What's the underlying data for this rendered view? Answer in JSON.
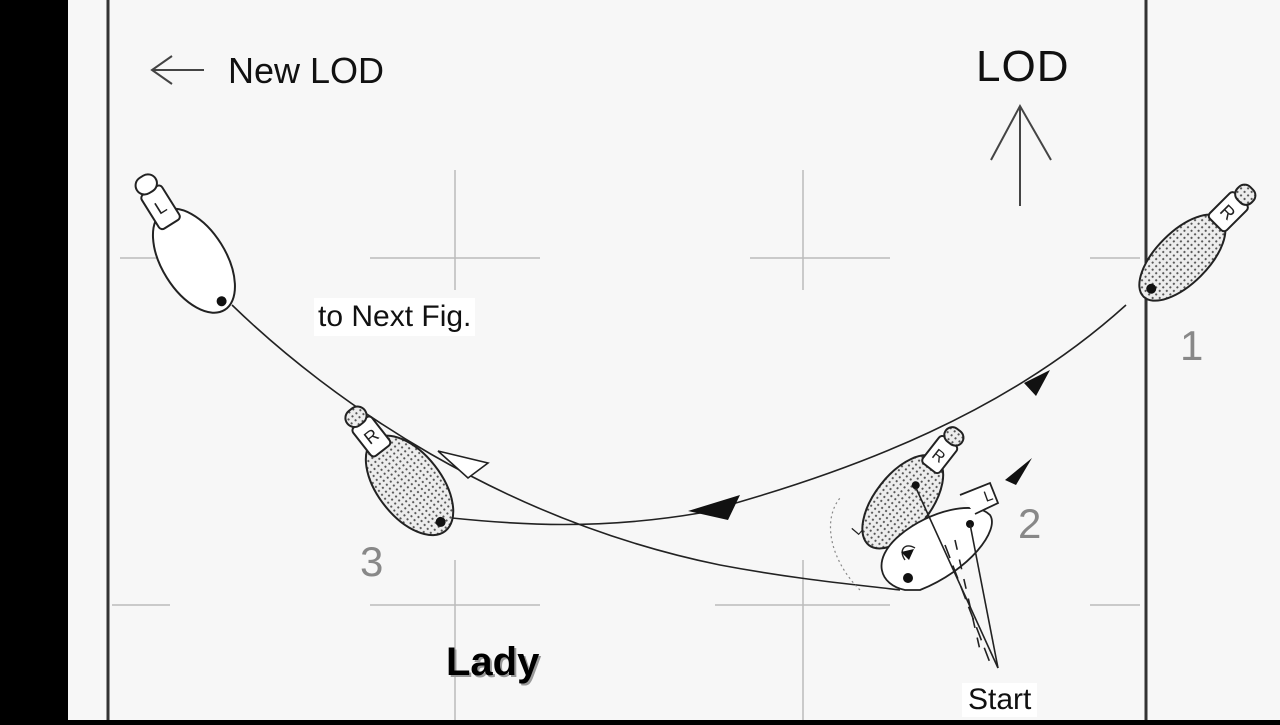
{
  "labels": {
    "new_lod": "New LOD",
    "lod": "LOD",
    "to_next_fig": "to Next Fig.",
    "lady": "Lady",
    "start": "Start"
  },
  "step_numbers": [
    "1",
    "2",
    "3"
  ],
  "foot_letters": {
    "step1": "R",
    "step2_right": "R",
    "step2_left": "L",
    "step3": "R",
    "next_fig": "L"
  },
  "colors": {
    "background": "#000000",
    "paper": "#f7f7f7",
    "line": "#222222",
    "grid": "#bbbbbb",
    "shading": "#9a9a9a"
  }
}
